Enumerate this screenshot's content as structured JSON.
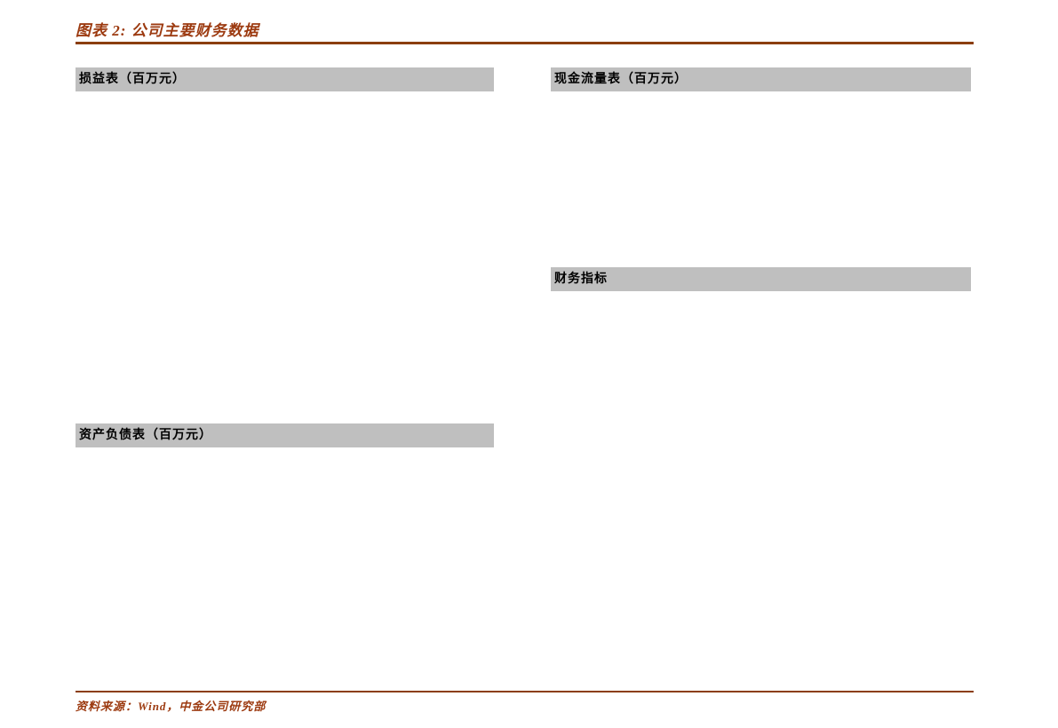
{
  "figure": {
    "title": "图表 2: 公司主要财务数据",
    "source": "资料来源：Wind，中金公司研究部"
  },
  "sections": [
    {
      "id": "income-statement",
      "label": "损益表（百万元）"
    },
    {
      "id": "cash-flow-statement",
      "label": "现金流量表（百万元）"
    },
    {
      "id": "financial-indicators",
      "label": "财务指标"
    },
    {
      "id": "balance-sheet",
      "label": "资产负债表（百万元）"
    }
  ],
  "colors": {
    "accent_text": "#9C3A10",
    "rule": "#8B3E0F",
    "section_header_bg": "#BFBFBF",
    "section_header_text": "#000000",
    "background": "#FFFFFF"
  }
}
